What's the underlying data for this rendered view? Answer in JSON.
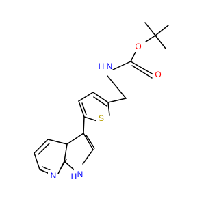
{
  "molecule": {
    "atoms": {
      "O1": {
        "text": "O"
      },
      "O2": {
        "text": "O"
      },
      "N_amide": {
        "text": "N"
      },
      "H_amide": {
        "text": "H"
      },
      "S": {
        "text": "S"
      },
      "N_pyridine": {
        "text": "N"
      },
      "N_pyrrole": {
        "text": "N"
      },
      "H_pyrrole": {
        "text": "H"
      }
    }
  },
  "colors": {
    "bond": "#000000",
    "oxygen": "#ff0000",
    "nitrogen": "#0000ff",
    "sulfur": "#b8a000",
    "background": "#ffffff"
  }
}
